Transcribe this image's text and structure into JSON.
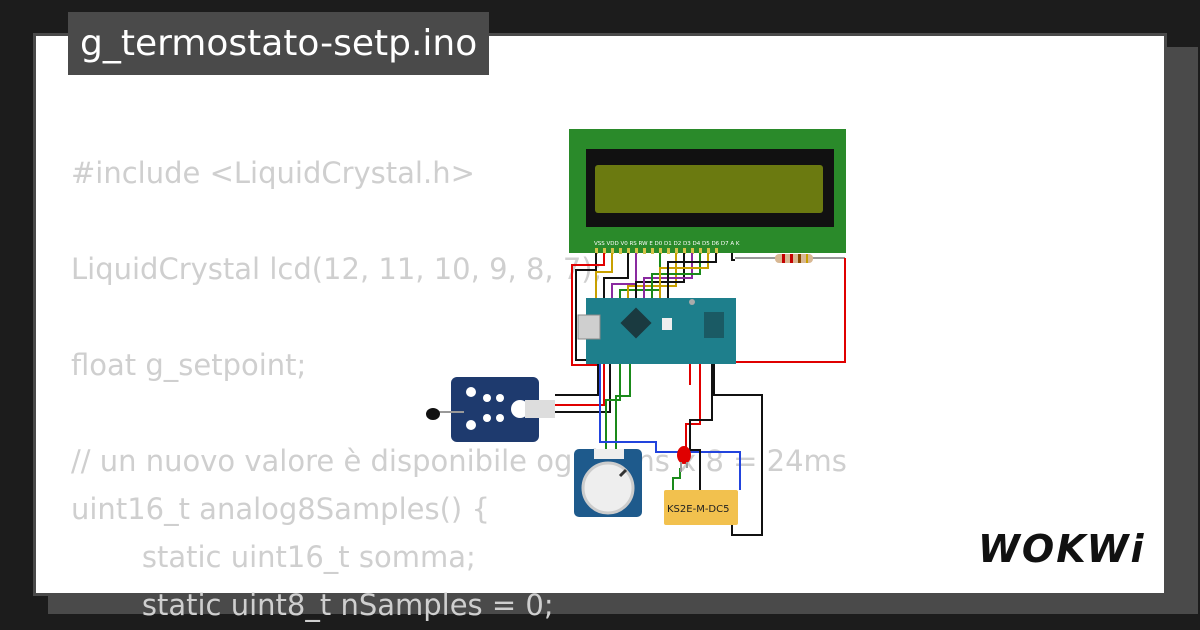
{
  "title": "g_termostato-setp.ino",
  "code_lines": [
    "#include <LiquidCrystal.h>",
    "",
    "LiquidCrystal lcd(12, 11, 10, 9, 8, 7);",
    "",
    "float g_setpoint;",
    "",
    "// un nuovo valore è disponibile ogni 3ms x 8 = 24ms",
    "uint16_t analog8Samples() {",
    "    static uint16_t somma;",
    "    static uint8_t nSamples = 0;"
  ],
  "lcd": {
    "pin_labels": "VSS VDD V0 RS RW E D0 D1 D2 D3 D4 D5 D6 D7 A K"
  },
  "relay_label": "KS2E-M-DC5",
  "brand": "WOKWi",
  "colors": {
    "lcd_board": "#2a8a2a",
    "lcd_screen": "#6b7a10",
    "nano": "#1e7f8c",
    "relay": "#f2c14e",
    "module": "#1e3a6e",
    "wire_red": "#e00000",
    "wire_green": "#1a8a1a",
    "wire_blue": "#2244dd"
  }
}
